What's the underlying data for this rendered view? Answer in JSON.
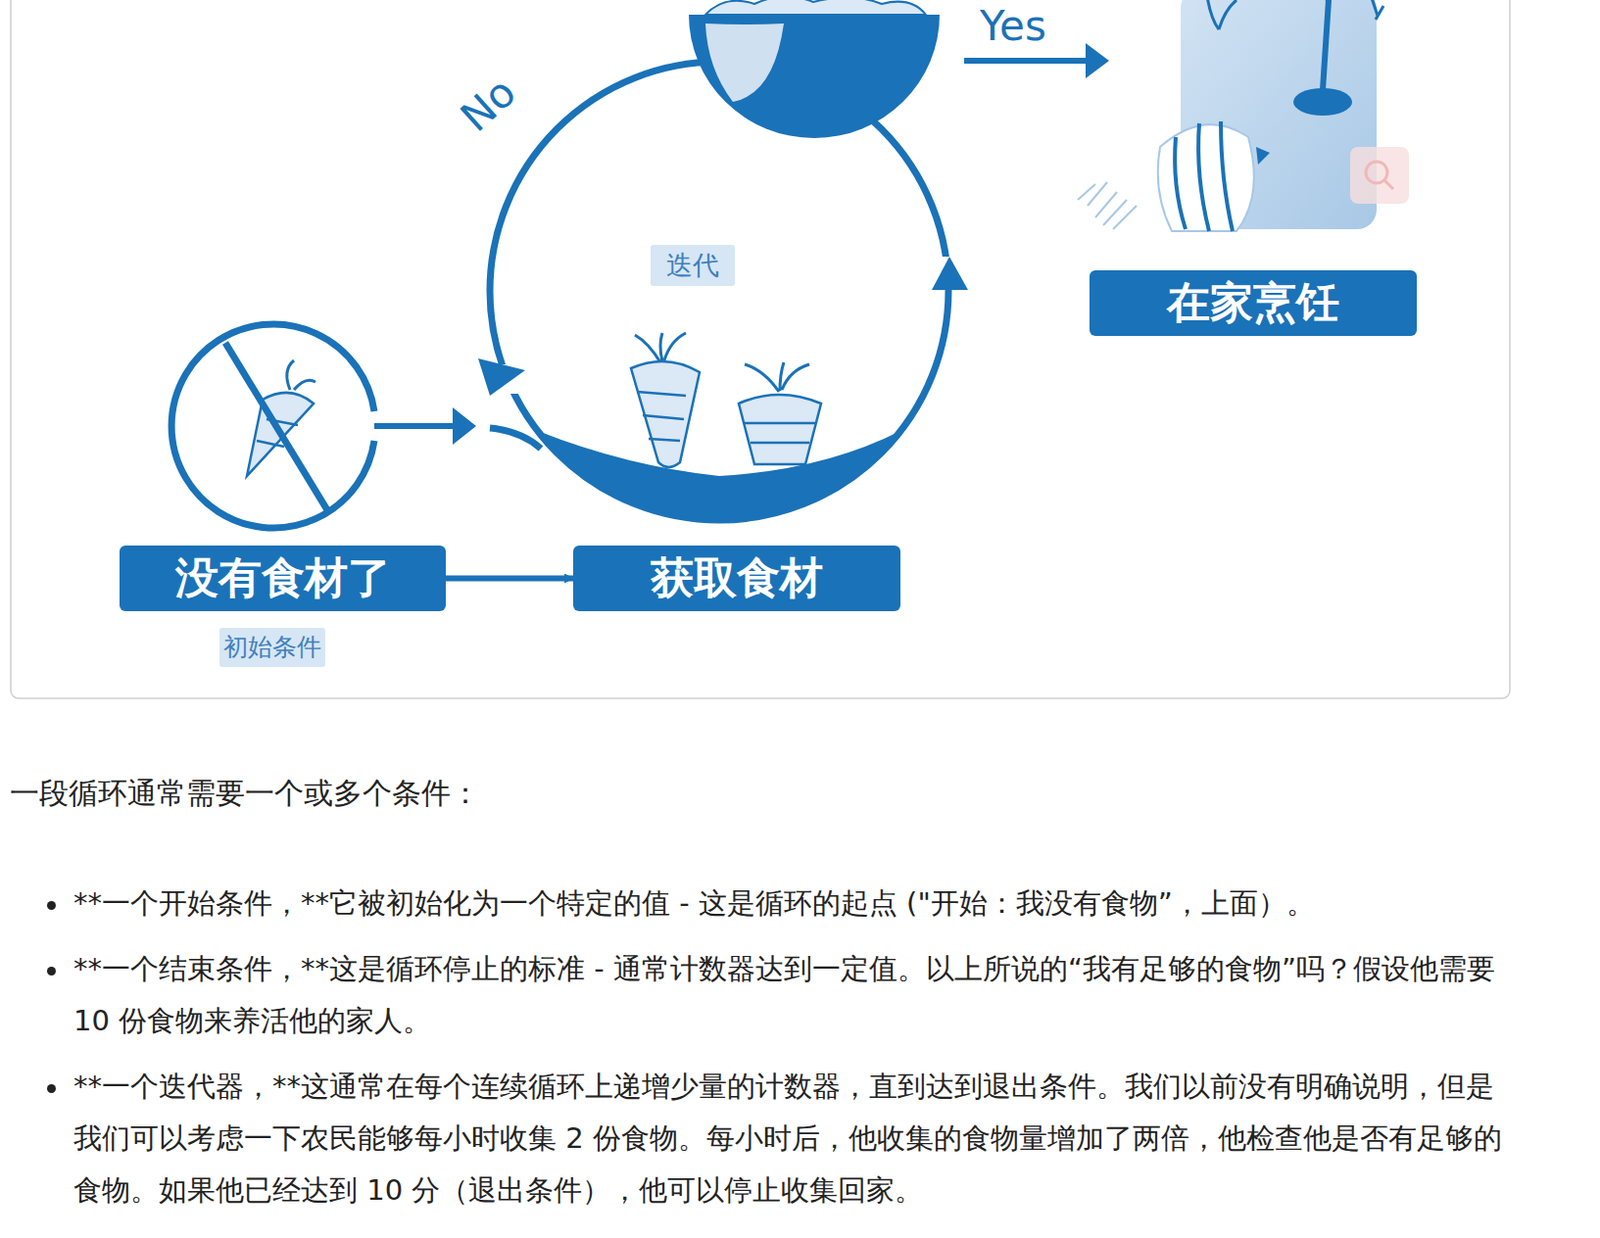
{
  "diagram": {
    "nodes": [
      {
        "text": [
          "没有食材了"
        ]
      },
      {
        "text": [
          "获取食材"
        ]
      },
      {
        "text": [
          "在家烹饪"
        ]
      }
    ],
    "edges": [
      {
        "from": 0,
        "to": 1,
        "arrow": "to"
      }
    ],
    "labels": [
      "Yes",
      "No",
      "迭代",
      "初始条件",
      "一段循环通常需要一个或多个条件：",
      "**一个开始条件，**它被初始化为一个特定的值 - 这是循环的起点 (\"开始：我没有食物”，上面）。",
      "**一个结束条件，**这是循环停止的标准 - 通常计数器达到一定值。以上所说的“我有足够的食物”吗？假设他需要 10 份食物来养活他的家人。",
      "**一个迭代器，**这通常在每个连续循环上递增少量的计数器，直到达到退出条件。我们以前没有明确说明，但是我们可以考虑一下农民能够每小时收集 2 份食物。每小时后，他收集的食物量增加了两倍，他检查他是否有足够的食物。如果他已经达到 10 分（退出条件），他可以停止收集回家。"
    ]
  }
}
